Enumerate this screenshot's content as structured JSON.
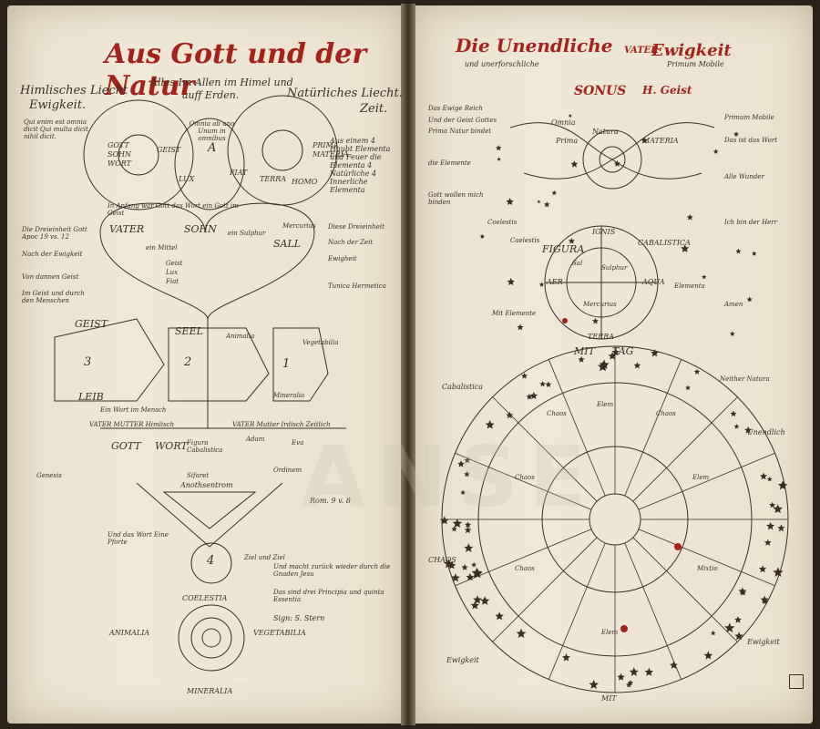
{
  "left_page": {
    "title": "Aus Gott und der Natur",
    "subtitle_line1": "Alles Im Allen im Himel und",
    "subtitle_line2": "auff Erden.",
    "corner_left": "Himlisches Liecht",
    "corner_left2": "Ewigkeit.",
    "corner_right": "Natürliches Liecht.",
    "corner_right2": "Zeit.",
    "quote_left": "Qui enim est omnia dicit  Qui multa dicit nihil dicit.",
    "quote_mid": "Omnia ab uno Unum in omnibus",
    "circle_left_words": [
      "GOTT",
      "SOHN",
      "WORT",
      "GEIST"
    ],
    "circle_right_words": [
      "PRIMA",
      "MATERIA",
      "HOMO",
      "TERRA"
    ],
    "middle_words": [
      "A",
      "FIAT",
      "LUX"
    ],
    "note_in_anfang": "In Anfang war Gott das Wort ein Gott im Geist",
    "aus_einem": "Aus einem 4 Haubt Elementa und Feuer die Elementa 4 Natürliche 4 Innerliche Elementa",
    "heart_words": [
      "VATER",
      "SOHN",
      "SALL"
    ],
    "heart_small": [
      "ein Mittel",
      "Geist",
      "Lux",
      "Fiat",
      "ein Sulphur",
      "Mercurius"
    ],
    "left_margin_notes": [
      "Die Dreieinheit Gott Apoc 19 vs. 12",
      "Nach der Ewigkeit",
      "Von dannen Geist",
      "Im Geist und durch den Menschen"
    ],
    "right_margin_notes": [
      "Diese Dreieinheit",
      "Nach der Zeit",
      "Ewigheit",
      "Tunica Hermetica"
    ],
    "triangle_words": [
      "GEIST",
      "SEEL",
      "LEIB",
      "Animalia",
      "Vegetabilia",
      "Mineralia"
    ],
    "numbers": [
      "3",
      "2",
      "1",
      "4"
    ],
    "mid_lines": [
      "Ein Wort im Mensch",
      "VATER MUTTER Himlisch",
      "VATER Mutter Irdisch Zeitlich"
    ],
    "row_words": [
      "GOTT",
      "WORT",
      "Figura Cabalistica",
      "Adam",
      "Eva"
    ],
    "mid_notes": [
      "Sifaret",
      "Ordinem",
      "Genesis"
    ],
    "anothers": "Anothsentrom",
    "rom": "Rom. 9 v. 8",
    "bottom_notes": [
      "Und das Wort Eine Pforte",
      "Ziel und Ziel",
      "Und macht zurück wieder durch die Gnaden Jesu",
      "Das sind drei Principia und quinta Essentia"
    ],
    "bottom_labels": [
      "COELESTIA",
      "ANIMALIA",
      "VEGETABILIA",
      "MINERALIA"
    ],
    "signature": "Sign: S. Stern"
  },
  "right_page": {
    "title_left": "Die Unendliche",
    "title_right": "Ewigkeit",
    "subline": "und unerforschliche",
    "primum": "Primum Mobile",
    "sonus": "SONUS",
    "hgeist": "H. Geist",
    "vater": "VATER",
    "upper_words": [
      "Omnia",
      "Prima",
      "MATERIA",
      "Natura"
    ],
    "left_notes": [
      "Das Ewige Reich",
      "Und der Geist Gottes",
      "Prima Natur bindet",
      "die Elemente",
      "Gott wollen mich binden"
    ],
    "right_notes": [
      "Primum Mobile",
      "Das ist das Wort",
      "Alle Wunder",
      "Ich bin der Herr",
      "Amen"
    ],
    "center_words": [
      "FIGURA",
      "CABALISTICA",
      "IGNIS",
      "AQUA",
      "AER",
      "TERRA",
      "Sal",
      "Sulphur",
      "Mercurius"
    ],
    "center_small": [
      "Coelestis",
      "Caelestis",
      "Elementa",
      "Mit Elemente"
    ],
    "zodiac": [
      "MIT",
      "TAG"
    ],
    "ring_words": [
      "Elem",
      "Chaos",
      "Chaos",
      "Elem",
      "Chaos",
      "Mixtio",
      "Chaos",
      "Elem"
    ],
    "side_words_left": [
      "Cabalistica",
      "Ewigkeit"
    ],
    "side_words_right": [
      "Unendlich",
      "Ewigkeit"
    ],
    "bottom_notes": [
      "Neither Natura",
      "CHAOS",
      "MIT"
    ]
  },
  "watermark": "ANSE",
  "colors": {
    "red_ink": "#a3221c",
    "ink": "#3a2e22",
    "paper": "#ece3cf"
  }
}
